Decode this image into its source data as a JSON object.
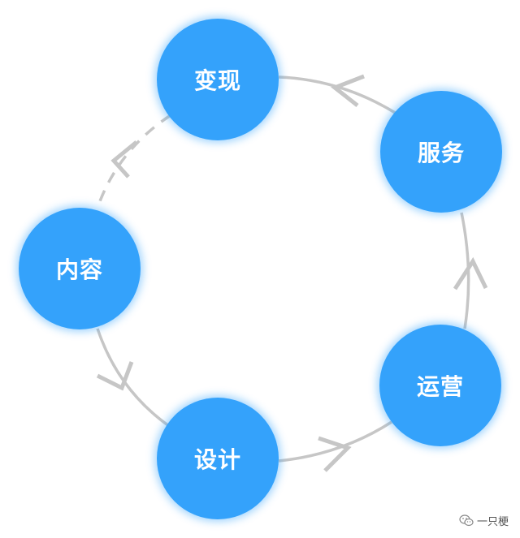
{
  "diagram": {
    "nodes": [
      {
        "id": "bianxian",
        "label": "变现"
      },
      {
        "id": "fuwu",
        "label": "服务"
      },
      {
        "id": "yunying",
        "label": "运营"
      },
      {
        "id": "sheji",
        "label": "设计"
      },
      {
        "id": "neirong",
        "label": "内容"
      }
    ],
    "edges": [
      {
        "from": "neirong",
        "to": "sheji",
        "style": "solid"
      },
      {
        "from": "sheji",
        "to": "yunying",
        "style": "solid"
      },
      {
        "from": "yunying",
        "to": "fuwu",
        "style": "solid"
      },
      {
        "from": "fuwu",
        "to": "bianxian",
        "style": "solid"
      },
      {
        "from": "bianxian",
        "to": "neirong",
        "style": "dashed"
      }
    ],
    "colors": {
      "node": "#34a2fb",
      "arrow": "#c6c6c6",
      "text": "#ffffff"
    }
  },
  "watermark": {
    "text": "一只梗",
    "icon": "wechat-icon"
  }
}
